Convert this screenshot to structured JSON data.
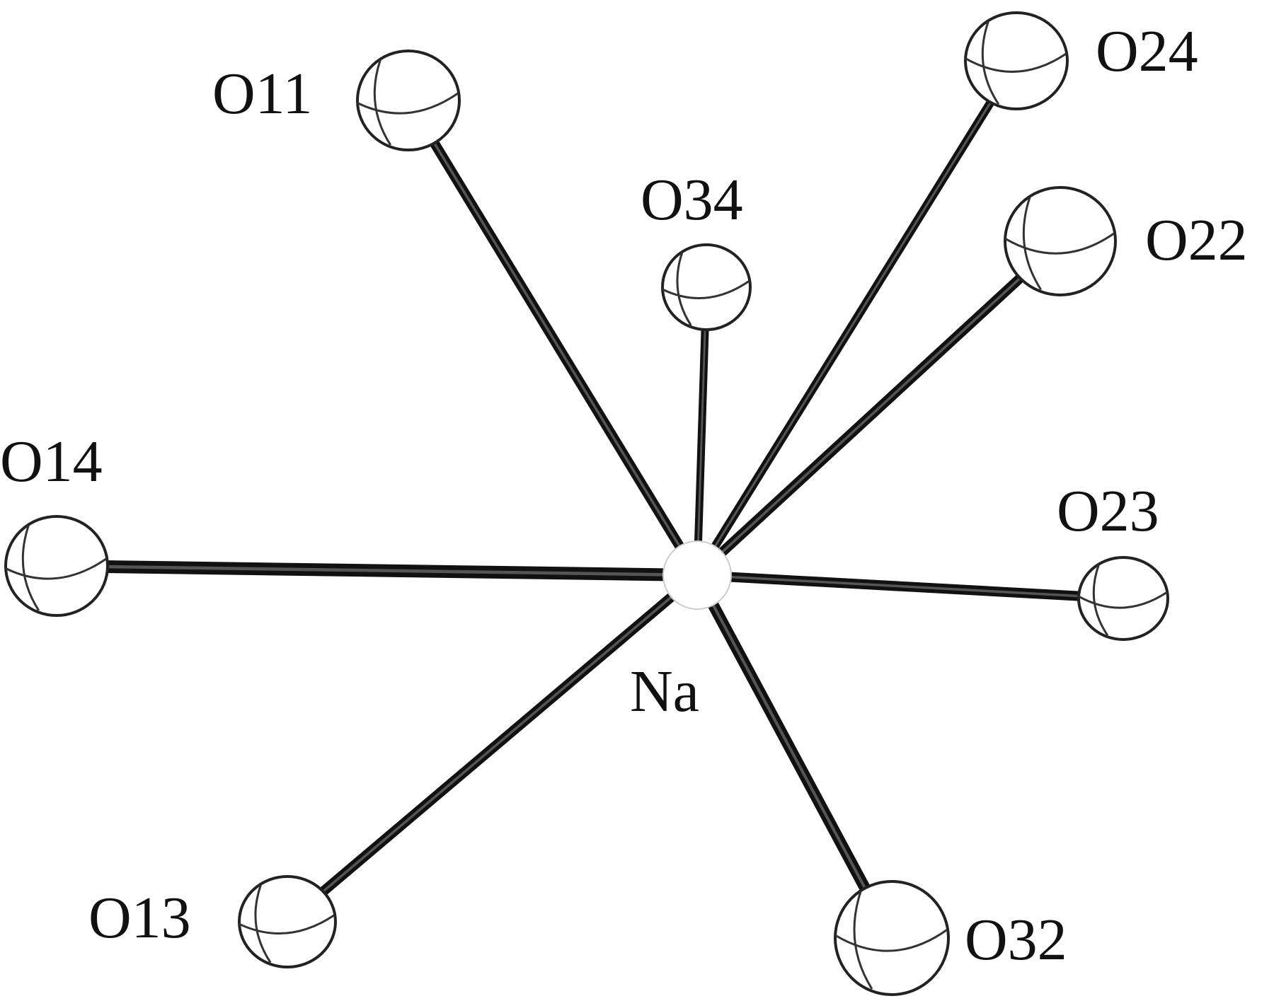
{
  "diagram": {
    "central_atom": {
      "label": "Na"
    },
    "ligands": [
      {
        "label": "O11"
      },
      {
        "label": "O24"
      },
      {
        "label": "O34"
      },
      {
        "label": "O22"
      },
      {
        "label": "O14"
      },
      {
        "label": "O23"
      },
      {
        "label": "O13"
      },
      {
        "label": "O32"
      }
    ]
  },
  "colors": {
    "bond": "#111111",
    "atom_outline": "#222222",
    "background": "#ffffff"
  }
}
